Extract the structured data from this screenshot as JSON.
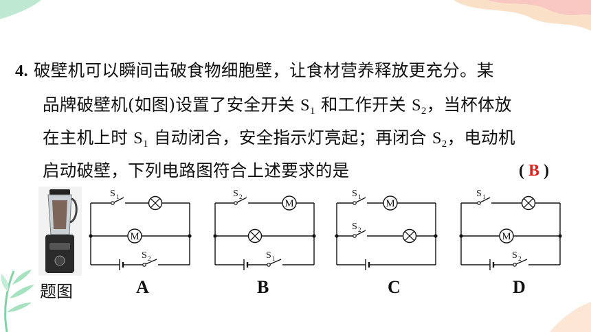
{
  "colors": {
    "answer": "#e0201c",
    "leaf_green": "#7fd3a4",
    "blob_pink": "#f8c7c2",
    "blob_peach": "#fbe0c8"
  },
  "question": {
    "number": "4.",
    "line1": "破壁机可以瞬间击破食物细胞壁，让食材营养释放更充分。某",
    "line2_a": "品牌破壁机(如图)设置了安全开关 ",
    "line2_s1": "S",
    "line2_s1_sub": "1",
    "line2_b": " 和工作开关 ",
    "line2_s2": "S",
    "line2_s2_sub": "2",
    "line2_c": "，当杯体放",
    "line3_a": "在主机上时 ",
    "line3_s1": "S",
    "line3_s1_sub": "1",
    "line3_b": " 自动闭合，安全指示灯亮起；再闭合 ",
    "line3_s2": "S",
    "line3_s2_sub": "2",
    "line3_c": "，电动机",
    "line4": "启动破壁，下列电路图符合上述要求的是",
    "paren_open": "( ",
    "answer": "B",
    "paren_close": " )"
  },
  "figure_caption": "题图",
  "options": [
    "A",
    "B",
    "C",
    "D"
  ],
  "symbols": {
    "motor": "M",
    "switch_letter": "S",
    "sub_1": "1",
    "sub_2": "2"
  },
  "icons": [
    "blender-photo",
    "lamp-symbol",
    "motor-symbol",
    "switch-symbol",
    "battery-symbol",
    "leaf-decoration",
    "blob-decoration"
  ]
}
